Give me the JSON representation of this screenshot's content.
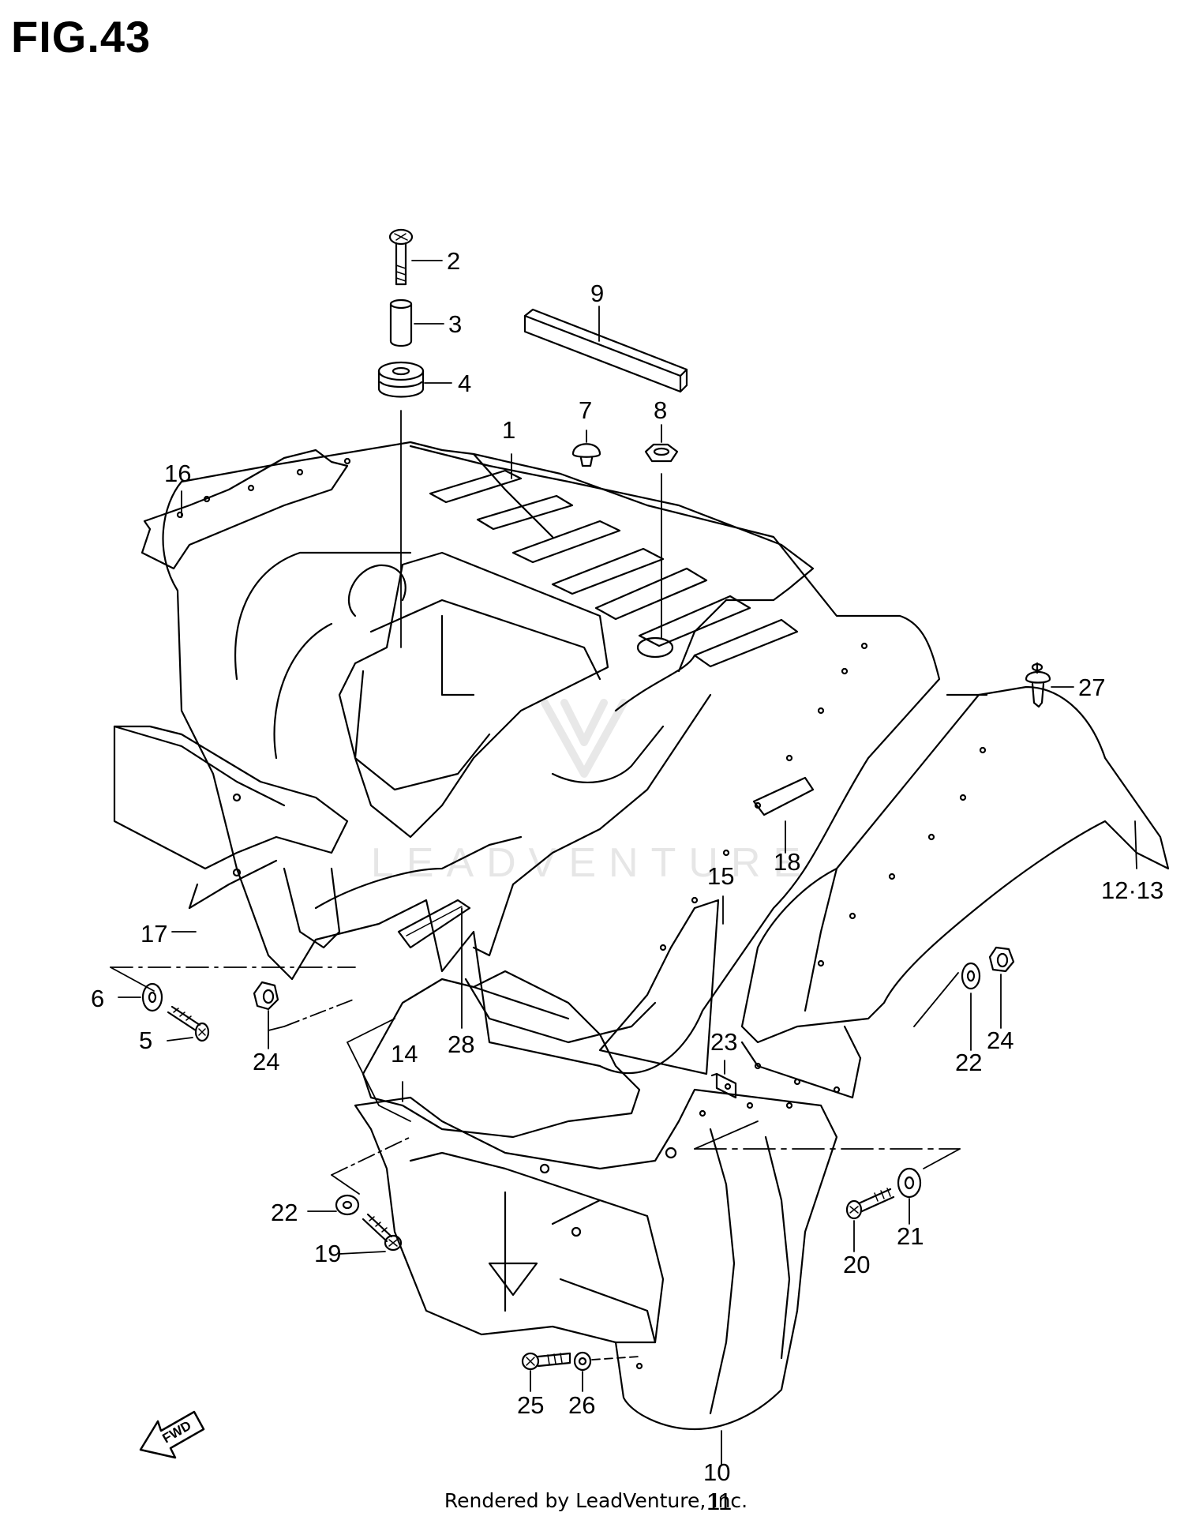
{
  "figure": {
    "title": "FIG.43",
    "footer": "Rendered by LeadVenture, Inc.",
    "watermark": "LEADVENTURE"
  },
  "callouts": [
    {
      "id": "c1",
      "label": "1"
    },
    {
      "id": "c2",
      "label": "2"
    },
    {
      "id": "c3",
      "label": "3"
    },
    {
      "id": "c4",
      "label": "4"
    },
    {
      "id": "c5",
      "label": "5"
    },
    {
      "id": "c6",
      "label": "6"
    },
    {
      "id": "c7",
      "label": "7"
    },
    {
      "id": "c8",
      "label": "8"
    },
    {
      "id": "c9",
      "label": "9"
    },
    {
      "id": "c10",
      "label": "10"
    },
    {
      "id": "c11",
      "label": "11"
    },
    {
      "id": "c12",
      "label": "12·13"
    },
    {
      "id": "c14",
      "label": "14"
    },
    {
      "id": "c15",
      "label": "15"
    },
    {
      "id": "c16",
      "label": "16"
    },
    {
      "id": "c17",
      "label": "17"
    },
    {
      "id": "c18",
      "label": "18"
    },
    {
      "id": "c19",
      "label": "19"
    },
    {
      "id": "c20",
      "label": "20"
    },
    {
      "id": "c21",
      "label": "21"
    },
    {
      "id": "c22a",
      "label": "22"
    },
    {
      "id": "c22b",
      "label": "22"
    },
    {
      "id": "c23",
      "label": "23"
    },
    {
      "id": "c24a",
      "label": "24"
    },
    {
      "id": "c24b",
      "label": "24"
    },
    {
      "id": "c25",
      "label": "25"
    },
    {
      "id": "c26",
      "label": "26"
    },
    {
      "id": "c27",
      "label": "27"
    },
    {
      "id": "c28",
      "label": "28"
    }
  ],
  "fwd_arrow": {
    "label": "FWD"
  },
  "colors": {
    "line": "#000000",
    "background": "#ffffff",
    "watermark": "#e6e6e6"
  }
}
